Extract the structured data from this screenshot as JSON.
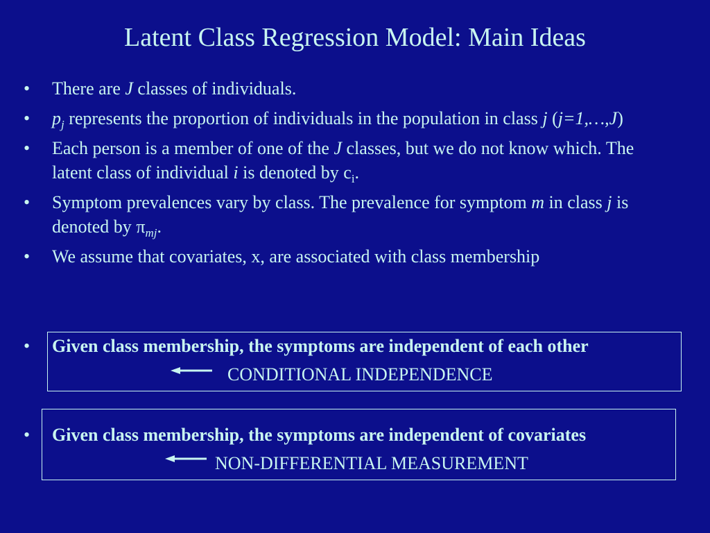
{
  "slide": {
    "title": "Latent Class Regression Model: Main Ideas",
    "bullet_symbol": "•",
    "bullets": [
      {
        "p1": "There are ",
        "i1": "J",
        "p2": " classes of individuals."
      },
      {
        "i1": "p",
        "sub1": "j",
        "p1": " represents the proportion of individuals in the population in class ",
        "i2": "j",
        "p2": " (",
        "i3": "j=1,…,J",
        "p3": ")"
      },
      {
        "p1": "Each person is a member of one of the ",
        "i1": "J",
        "p2": " classes, but we do not know which. The latent class of individual ",
        "i2": "i",
        "p3": " is denoted by c",
        "sub1": "i",
        "p4": "."
      },
      {
        "p1": "Symptom prevalences vary by class.  The prevalence for symptom ",
        "i1": "m",
        "p2": " in class ",
        "i2": "j",
        "p3": " is denoted by ",
        "glyph": "π",
        "sub1": "mj",
        "p4": "."
      },
      {
        "p1": "We assume that covariates, x, are associated with class membership"
      }
    ],
    "highlight_1": {
      "text": "Given class membership, the symptoms are independent of each other",
      "tag": "CONDITIONAL INDEPENDENCE"
    },
    "highlight_2": {
      "text": "Given class membership, the symptoms are independent of covariates",
      "tag": "NON-DIFFERENTIAL MEASUREMENT"
    }
  },
  "colors": {
    "background": "#0c0f8c",
    "text": "#c8f5f0"
  }
}
